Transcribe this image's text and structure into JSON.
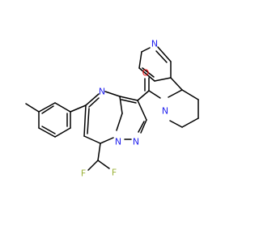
{
  "colors": {
    "bond": "#000000",
    "nitrogen": "#2222ee",
    "oxygen": "#ee1111",
    "fluorine": "#9cb23a",
    "background": "#ffffff"
  },
  "atoms": {
    "N1": "N",
    "N2": "N",
    "N3": "N",
    "N4": "N",
    "N5": "N",
    "O1": "O",
    "F1": "F",
    "F2": "F"
  }
}
